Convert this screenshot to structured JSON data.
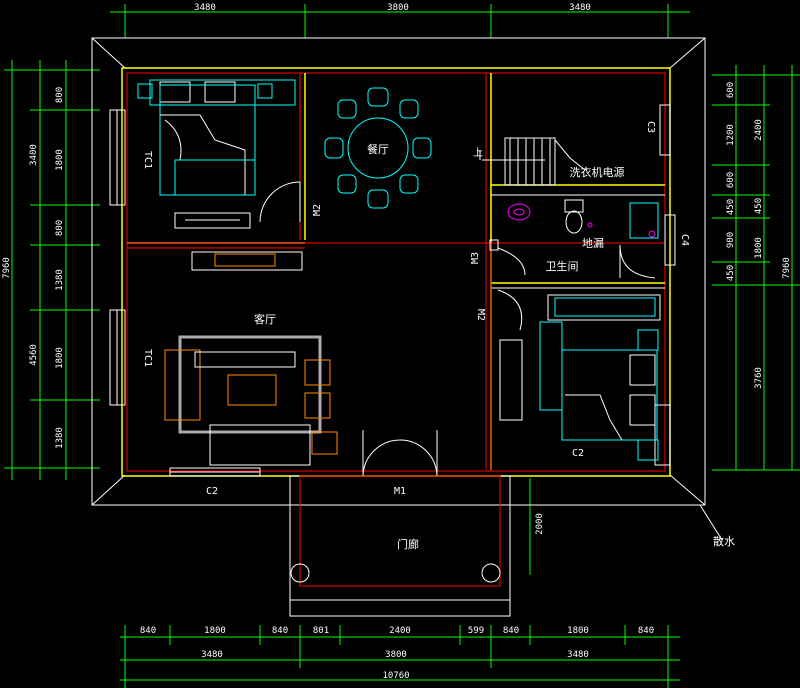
{
  "colors": {
    "background": "#000000",
    "dimension": "#00ff00",
    "wall": "#ffff00",
    "wall_fill": "#ff0000",
    "furniture": "#00ffff",
    "outline": "#ffffff",
    "sofa": "#ff8c00",
    "sink": "#ff00ff",
    "text": "#ffffff",
    "label": "#00ffff"
  },
  "top_dimensions": [
    "3480",
    "3800",
    "3480"
  ],
  "bottom_dimensions_row1": [
    "840",
    "1800",
    "840",
    "801",
    "2400",
    "599",
    "840",
    "1800",
    "840"
  ],
  "bottom_dimensions_row2": [
    "3480",
    "3800",
    "3480"
  ],
  "bottom_total": "10760",
  "left_dimensions_inner": [
    "800",
    "1800",
    "800",
    "1380",
    "1800",
    "1380"
  ],
  "left_dimensions_mid": [
    "3400",
    "4560"
  ],
  "left_total": "7960",
  "right_dimensions_inner": [
    "600",
    "1200",
    "600",
    "450",
    "900",
    "450"
  ],
  "right_dimensions_mid": [
    "2400",
    "1800",
    "3760"
  ],
  "right_total": "7960",
  "right_inner_extra": "450",
  "porch_depth": "2000",
  "rooms": {
    "dining": "餐厅",
    "living": "客厅",
    "bathroom": "卫生间",
    "porch": "门廊",
    "washer": "洗衣机电源",
    "floor_drain": "地漏",
    "drain": "散水"
  },
  "labels": {
    "tc1_top": "TC1",
    "tc1_mid": "TC1",
    "m2_top": "M2",
    "m3": "M3",
    "m2_mid": "M2",
    "c4": "C4",
    "c2_bottom_left": "C2",
    "c2_right": "C2",
    "m1": "M1",
    "c3": "C3"
  },
  "stair_marker": "上"
}
